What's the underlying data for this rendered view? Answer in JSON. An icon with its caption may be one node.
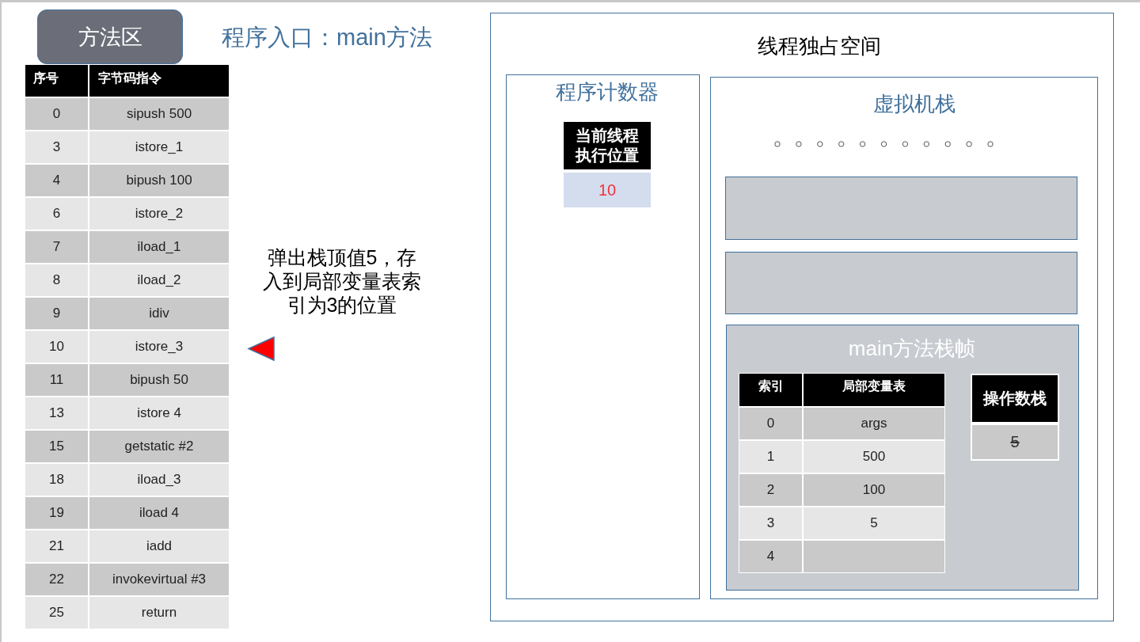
{
  "diagram": {
    "nodes": [
      {
        "text": [
          "方法区"
        ]
      },
      {
        "text": [
          "线程独占空间"
        ]
      },
      {
        "text": [
          "程序计数器"
        ],
        "in": 1
      },
      {
        "text": [
          "当前线程执行位置",
          "10"
        ],
        "in": 2
      },
      {
        "text": [
          "虚拟机栈"
        ],
        "in": 1
      },
      {
        "text": [],
        "shape": "box",
        "in": 4
      },
      {
        "text": [],
        "shape": "box",
        "in": 4
      },
      {
        "text": [
          "main方法栈帧"
        ],
        "in": 4
      },
      {
        "text": [
          "操作数栈",
          "5"
        ],
        "in": 7
      }
    ],
    "labels": [
      "程序入口：main方法",
      "序号",
      "字节码指令",
      "0",
      "sipush 500",
      "3",
      "istore_1",
      "4",
      "bipush 100",
      "6",
      "istore_2",
      "7",
      "iload_1",
      "8",
      "iload_2",
      "9",
      "idiv",
      "10",
      "istore_3",
      "11",
      "bipush 50",
      "13",
      "istore 4",
      "15",
      "getstatic #2",
      "18",
      "iload_3",
      "19",
      "iload 4",
      "21",
      "iadd",
      "22",
      "invokevirtual #3",
      "25",
      "return",
      "弹出栈顶值5，存入到局部变量表索引为3的位置",
      "索引",
      "局部变量表",
      "0",
      "args",
      "1",
      "500",
      "2",
      "100",
      "3",
      "5",
      "4"
    ]
  }
}
